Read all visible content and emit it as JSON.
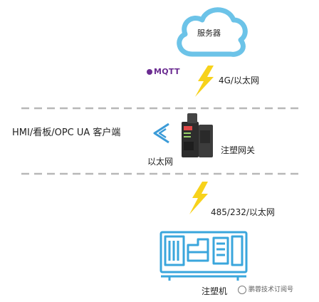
{
  "cloud": {
    "label": "服务器",
    "color": "#6cc3e8"
  },
  "mqtt": {
    "logo_text": "MQTT",
    "color": "#6b2c91"
  },
  "link_top": {
    "label": "4G/以太网"
  },
  "client": {
    "label": "HMI/看板/OPC UA 客户端"
  },
  "gateway": {
    "label": "注塑网关",
    "sub_label": "以太网"
  },
  "link_bottom": {
    "label": "485/232/以太网"
  },
  "machine": {
    "label": "注塑机",
    "color": "#3aa6dc"
  },
  "watermark": {
    "text": "鹏蓉技术订阅号"
  },
  "colors": {
    "bolt": "#f7d21b",
    "dash": "#b8b8b8",
    "accent": "#3b9bd8"
  }
}
